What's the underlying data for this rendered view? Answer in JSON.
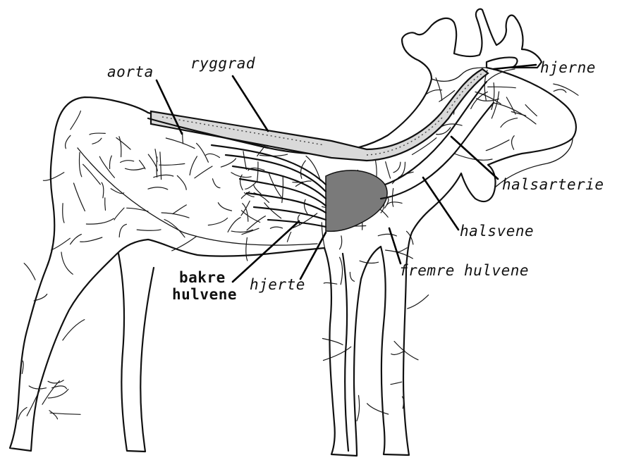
{
  "colors": {
    "outline": "#111111",
    "heart_fill": "#7a7a7a",
    "spine_fill": "#d9d9d9",
    "background": "#ffffff"
  },
  "labels": {
    "aorta": "aorta",
    "ryggrad": "ryggrad",
    "hjerne": "hjerne",
    "halsarterie": "halsarterie",
    "halsvene": "halsvene",
    "fremre_hulvene": "fremre hulvene",
    "bakre_hulvene_line1": "bakre",
    "bakre_hulvene_line2": "hulvene",
    "hjerte": "hjerte"
  },
  "icons": {
    "figure": "moose-circulatory-system-icon"
  }
}
